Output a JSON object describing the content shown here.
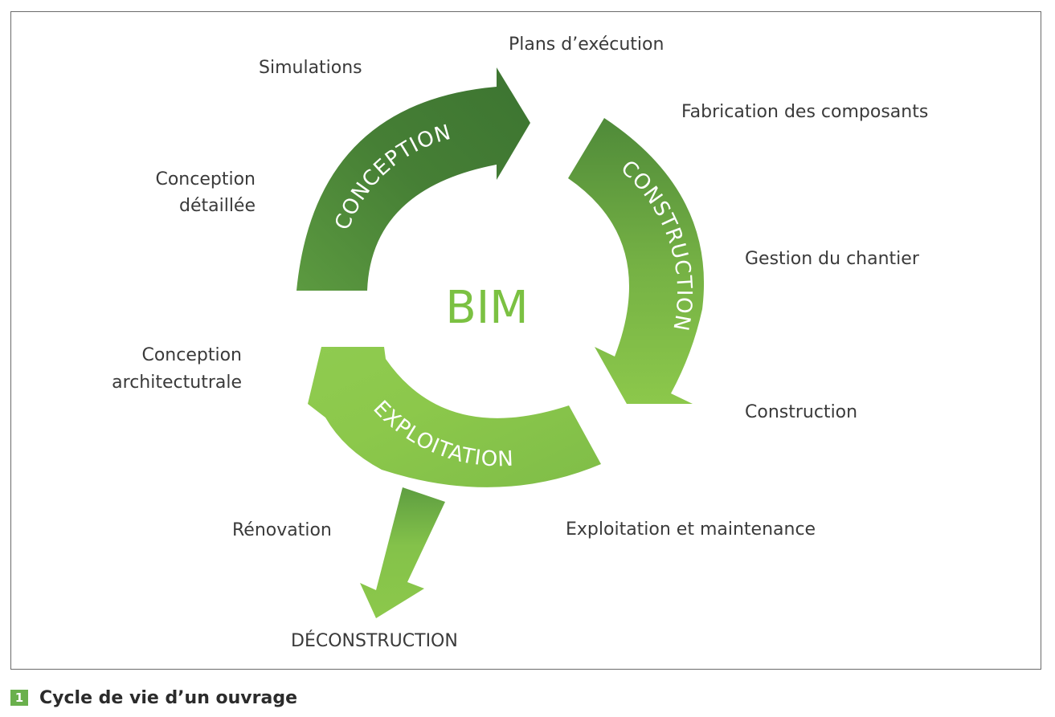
{
  "diagram": {
    "center": "BIM",
    "arcs": {
      "conception": "CONCEPTION",
      "construction": "CONSTRUCTION",
      "exploitation": "EXPLOITATION"
    },
    "labels": {
      "plans": "Plans d’exécution",
      "simulations": "Simulations",
      "fabrication": "Fabrication des composants",
      "conception_detaillee_1": "Conception",
      "conception_detaillee_2": "détaillée",
      "gestion": "Gestion du chantier",
      "conception_archi_1": "Conception",
      "conception_archi_2": "architectutrale",
      "construction": "Construction",
      "renovation": "Rénovation",
      "exploitation_maintenance": "Exploitation et maintenance",
      "deconstruction": "DÉCONSTRUCTION"
    },
    "colors": {
      "dark_green": "#3f7a35",
      "mid_green": "#5a9a3f",
      "light_green": "#8cc84b",
      "center_text": "#7bc142"
    }
  },
  "caption": {
    "number": "1",
    "text": "Cycle de vie d’un ouvrage"
  }
}
